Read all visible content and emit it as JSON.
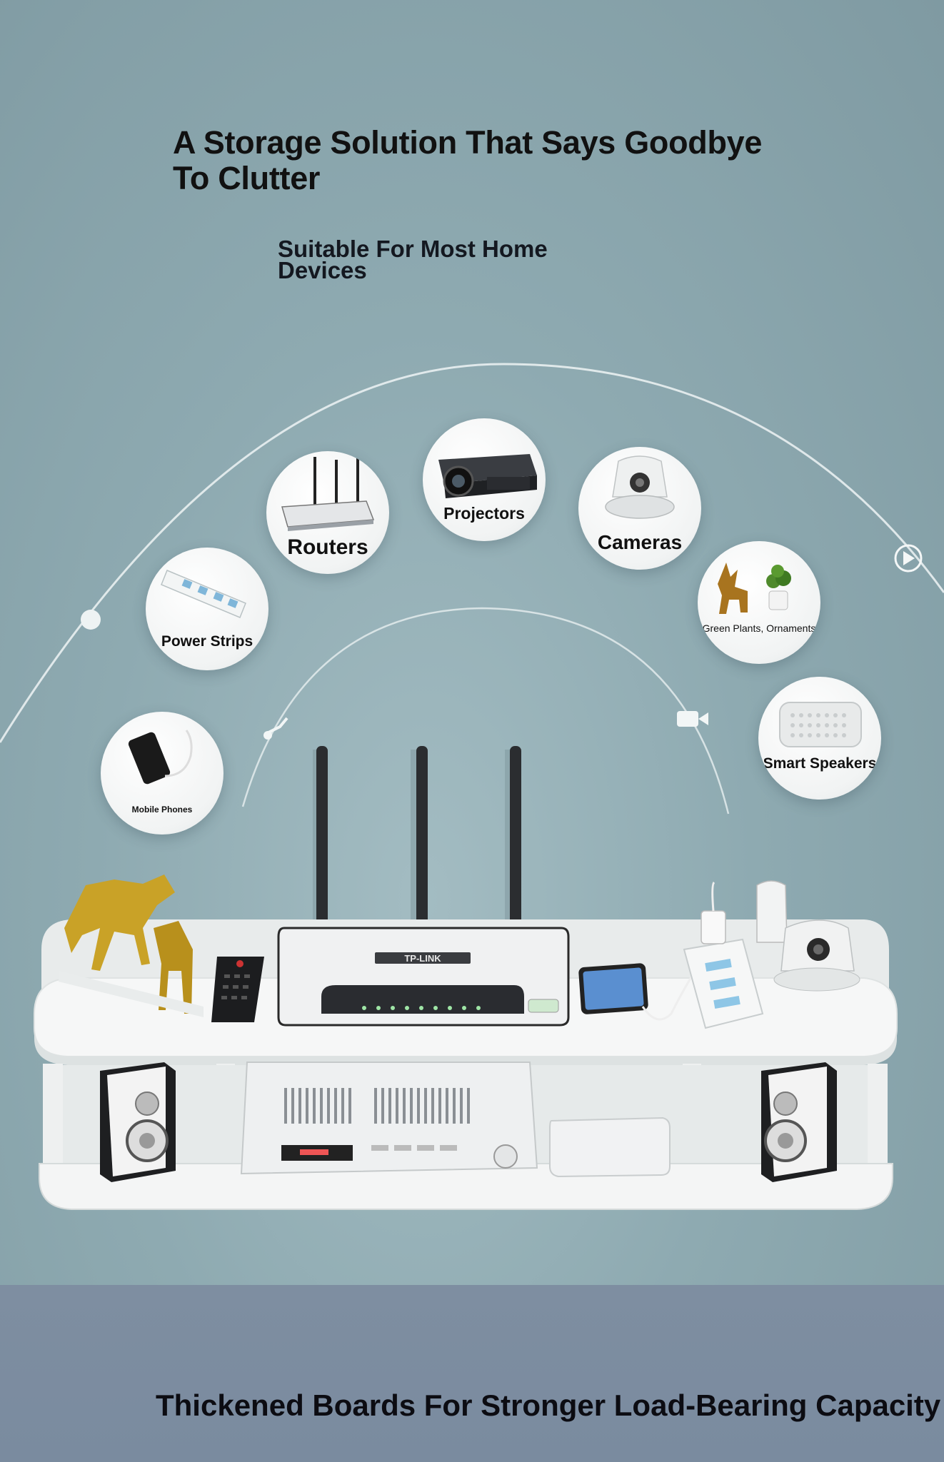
{
  "headline": {
    "line1": "A Storage Solution That Says Goodbye",
    "line2": "To Clutter"
  },
  "subhead": {
    "line1": "Suitable For Most Home",
    "line2": "Devices"
  },
  "devices": {
    "routers": "Routers",
    "projectors": "Projectors",
    "cameras": "Cameras",
    "power_strips": "Power Strips",
    "green_plants": "Green Plants, Ornaments",
    "smart_speakers": "Smart Speakers",
    "mobile_phones": "Mobile Phones"
  },
  "router_brand": "TP-LINK",
  "footer": "Thickened Boards For Stronger Load-Bearing Capacity",
  "colors": {
    "background": "#8eaab1",
    "bottom_band": "#7e8ea1",
    "text": "#111111",
    "shelf": "#f4f5f5"
  }
}
